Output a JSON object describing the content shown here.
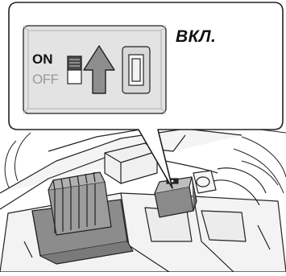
{
  "callout": {
    "label": "ВКЛ.",
    "switch_on": "ON",
    "switch_off": "OFF",
    "arrow_direction": "up",
    "switch_state": "on"
  },
  "icons": {
    "arrow": "up-arrow-icon",
    "slide_switch": "slide-switch-icon",
    "switch_socket": "switch-socket-icon"
  },
  "colors": {
    "line": "#222222",
    "switch_plate": "#e3e3e3",
    "component_fill": "#8c8c8c",
    "chassis": "#f2f2f2"
  }
}
